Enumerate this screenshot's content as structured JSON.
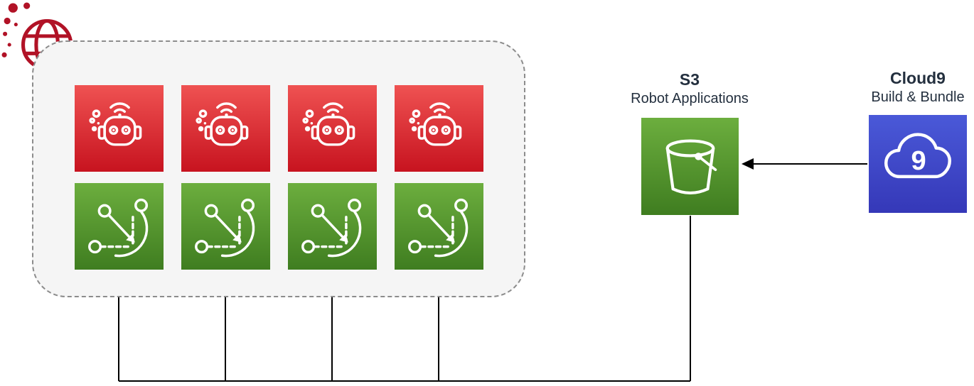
{
  "fleet_group": {
    "robot_tiles": 4,
    "simulation_tiles": 4,
    "robot_icon": "robot-icon",
    "simulation_icon": "motion-path-icon"
  },
  "s3": {
    "title": "S3",
    "subtitle": "Robot Applications",
    "icon": "s3-bucket-icon"
  },
  "cloud9": {
    "title": "Cloud9",
    "subtitle": "Build & Bundle",
    "icon": "cloud9-icon",
    "icon_character": "9"
  },
  "internet": {
    "icon": "globe-network-icon"
  },
  "connections": [
    "simulation tiles connect via bottom bus line to S3 bucket",
    "Cloud9 connects to S3 with left-pointing arrow"
  ],
  "colors": {
    "red_top": "#EF5252",
    "red_bottom": "#C7131F",
    "green_top": "#6CAE3E",
    "green_bottom": "#3F7D20",
    "blue_top": "#4A59D8",
    "blue_bottom": "#3538B8",
    "globe_red": "#B11226",
    "label_text": "#232F3E",
    "line": "#000000",
    "fleet_box_bg": "#F5F5F5",
    "fleet_box_border": "#8C8C8C"
  }
}
